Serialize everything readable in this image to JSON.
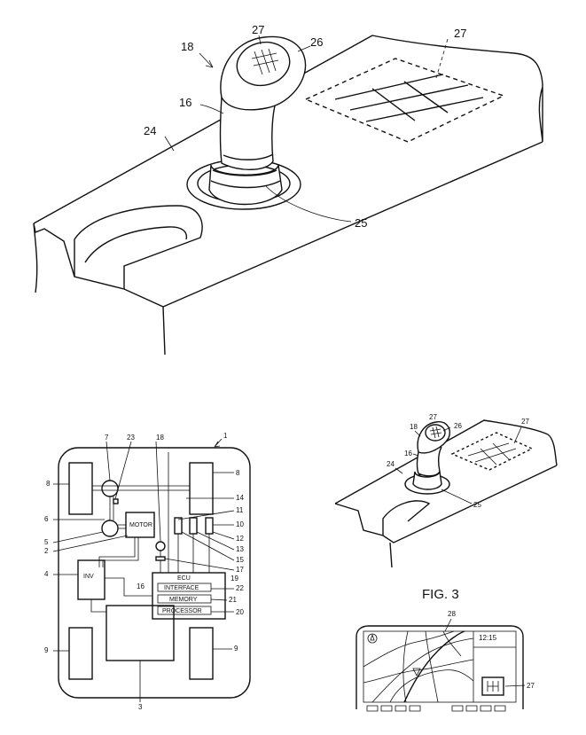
{
  "figure_top": {
    "labels": {
      "knob_ref": "18",
      "knob_top": "27",
      "knob_cap": "26",
      "virtual_pattern": "27",
      "knob_body": "16",
      "console": "24",
      "base": "25"
    }
  },
  "figure_vehicle": {
    "labels": {
      "vehicle": "1",
      "l7": "7",
      "l23": "23",
      "l18": "18",
      "l8_left": "8",
      "l8_right": "8",
      "l14": "14",
      "l11": "11",
      "l10": "10",
      "l12": "12",
      "l13": "13",
      "l15": "15",
      "l17": "17",
      "l19": "19",
      "l22": "22",
      "l21": "21",
      "l20": "20",
      "l6": "6",
      "l5": "5",
      "l2": "2",
      "l4": "4",
      "l16": "16",
      "l9_left": "9",
      "l9_right": "9",
      "l3": "3"
    },
    "boxes": {
      "motor": "MOTOR",
      "inv": "INV",
      "ecu": "ECU",
      "interface": "INTERFACE",
      "memory": "MEMORY",
      "processor": "PROCESSOR"
    }
  },
  "figure_small": {
    "labels": {
      "knob_ref": "18",
      "knob_top": "27",
      "knob_cap": "26",
      "virtual_pattern": "27",
      "knob_body": "16",
      "console": "24",
      "base": "25"
    }
  },
  "fig3": {
    "caption": "FIG. 3",
    "route_ref": "28",
    "time": "12:15",
    "indicator_ref": "27"
  }
}
